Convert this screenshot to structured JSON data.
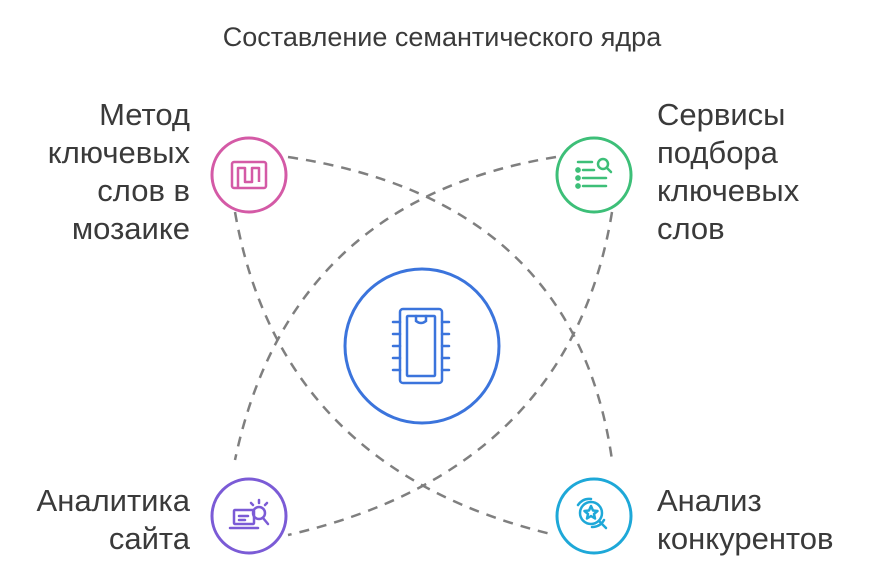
{
  "title": "Составление семантического ядра",
  "center": {
    "icon": "chip-icon",
    "color": "#3b74dc"
  },
  "items": [
    {
      "id": "top-left",
      "lines": [
        "Метод",
        "ключевых",
        "слов в",
        "мозаике"
      ],
      "icon": "mosaic-icon",
      "color": "#d45aa6"
    },
    {
      "id": "top-right",
      "lines": [
        "Сервисы",
        "подбора",
        "ключевых",
        "слов"
      ],
      "icon": "list-search-icon",
      "color": "#3dbf78"
    },
    {
      "id": "bottom-left",
      "lines": [
        "Аналитика",
        "сайта"
      ],
      "icon": "laptop-analytics-icon",
      "color": "#7b5bd6"
    },
    {
      "id": "bottom-right",
      "lines": [
        "Анализ",
        "конкурентов"
      ],
      "icon": "star-search-icon",
      "color": "#1ea8d8"
    }
  ],
  "connector_color": "#7f7f7f"
}
